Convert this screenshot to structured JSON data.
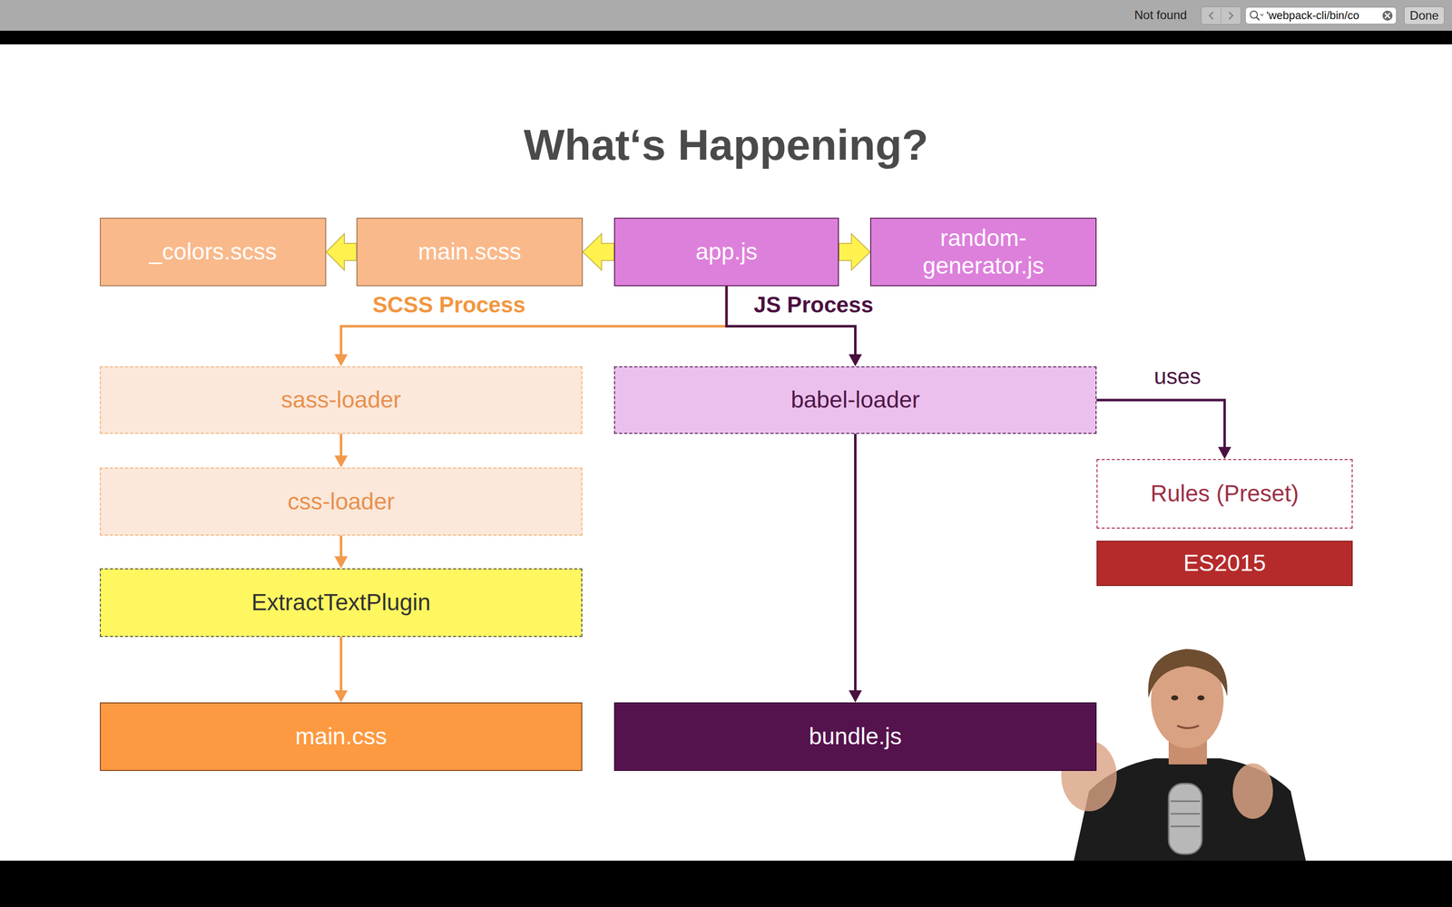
{
  "diagram": {
    "title": "What‘s Happening?",
    "nodes": [
      {
        "text": [
          "_colors.scss"
        ]
      },
      {
        "text": [
          "main.scss"
        ]
      },
      {
        "text": [
          "app.js"
        ]
      },
      {
        "text": [
          "random- generator.js"
        ]
      },
      {
        "text": [
          "sass-loader"
        ]
      },
      {
        "text": [
          "babel-loader"
        ]
      },
      {
        "text": [
          "css-loader"
        ]
      },
      {
        "text": [
          "Rules (Preset)"
        ]
      },
      {
        "text": [
          "ES2015"
        ]
      },
      {
        "text": [
          "ExtractTextPlugin"
        ]
      },
      {
        "text": [
          "main.css"
        ]
      },
      {
        "text": [
          "bundle.js"
        ]
      }
    ],
    "edges": [
      {
        "from": 2,
        "to": 1,
        "arrow": "to"
      },
      {
        "from": 1,
        "to": 0,
        "arrow": "to"
      },
      {
        "from": 2,
        "to": 3,
        "arrow": "to"
      },
      {
        "from": 2,
        "to": 4,
        "label": "SCSS Process",
        "arrow": "to"
      },
      {
        "from": 2,
        "to": 5,
        "label": "JS Process",
        "arrow": "to"
      },
      {
        "from": 4,
        "to": 6,
        "arrow": "to"
      },
      {
        "from": 6,
        "to": 9,
        "arrow": "to"
      },
      {
        "from": 9,
        "to": 10,
        "arrow": "to"
      },
      {
        "from": 5,
        "to": 11,
        "arrow": "to"
      },
      {
        "from": 5,
        "to": 7,
        "label": "uses",
        "arrow": "to"
      }
    ],
    "labels": [
      "Not found",
      "'webpack-cli/bin/co",
      "Done"
    ]
  }
}
